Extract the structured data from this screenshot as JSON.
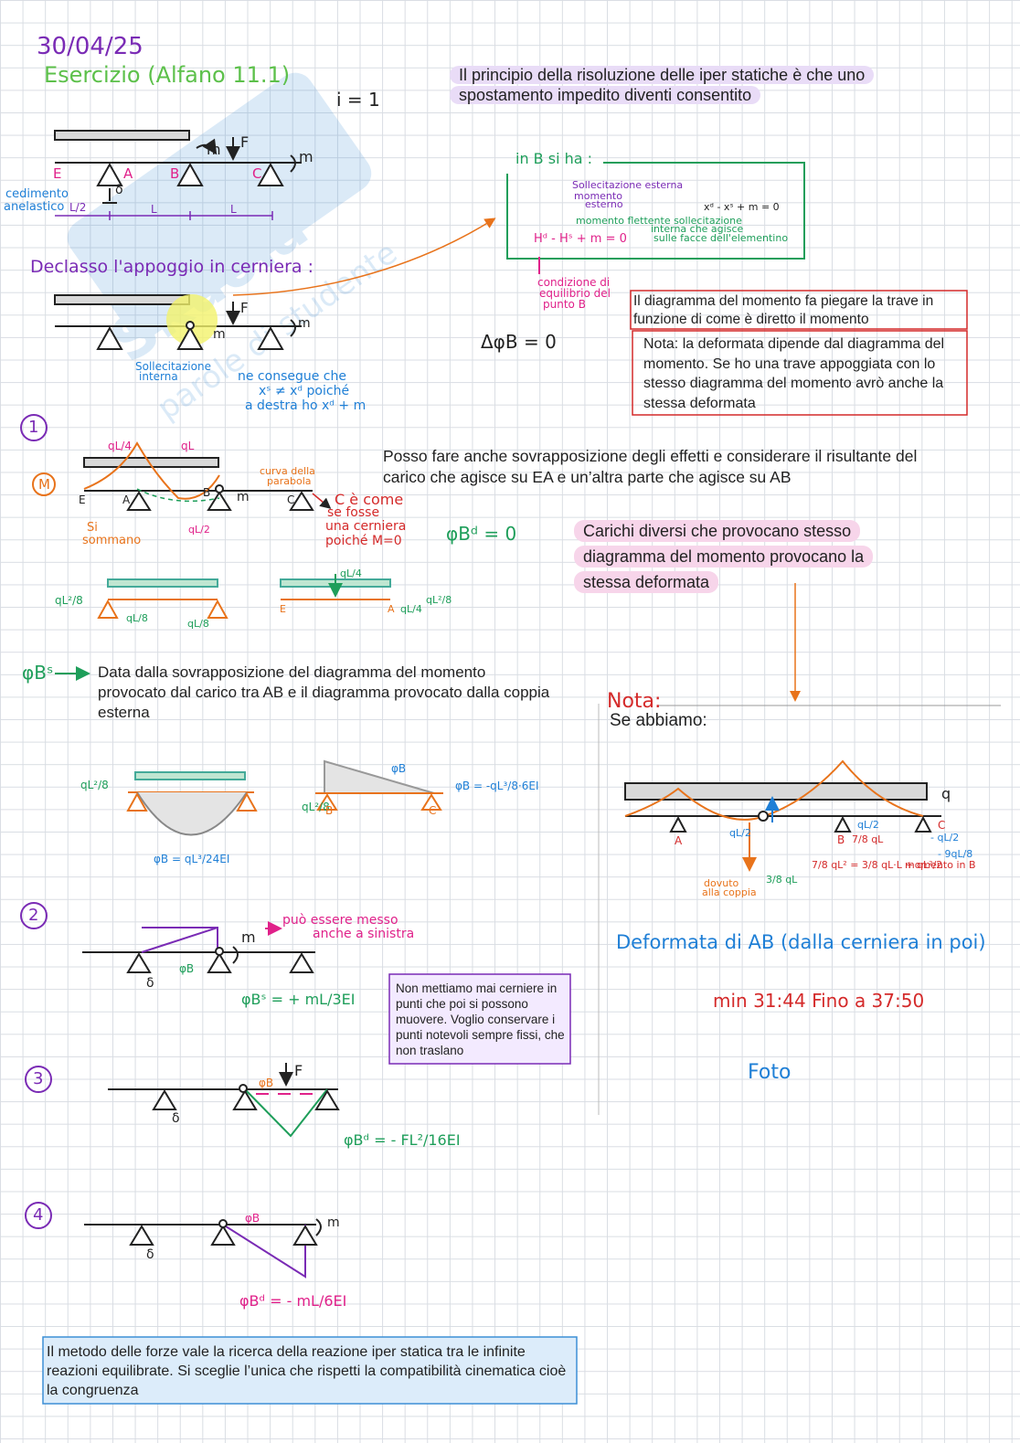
{
  "header": {
    "date": "30/04/25",
    "title": "Esercizio (Alfano 11.1)",
    "index": "i = 1"
  },
  "notes": {
    "principle": [
      "Il principio della risoluzione delle iper statiche è che uno",
      "spostamento impedito diventi consentito"
    ],
    "moment_bends": "Il diagramma del momento fa piegare la trave in funzione di come è diretto il momento",
    "deformata_note": "Nota: la deformata dipende dal diagramma del momento. Se ho una trave appoggiata con lo stesso diagramma del momento avrò anche la stessa deformata",
    "superposition": "Posso fare anche sovrapposizione degli effetti e considerare il risultante del carico che agisce su EA e un’altra parte che agisce su AB",
    "different_loads": [
      "Carichi diversi che provocano stesso",
      "diagramma del momento provocano la",
      "stessa deformata"
    ],
    "phi_bs": "Data dalla sovrapposizione del diagramma del momento provocato dal carico tra AB e il diagramma provocato dalla coppia esterna",
    "nota_label": "Nota:",
    "se_abbiamo": "Se abbiamo:",
    "no_hinges": "Non mettiamo mai cerniere in punti che poi si possono muovere. Voglio conservare i punti notevoli sempre fissi, che non traslano",
    "deformata_ab": "Deformata di AB (dalla cerniera in poi)",
    "min_range": "min 31:44 Fino a 37:50",
    "foto": "Foto",
    "force_method": "Il metodo delle forze vale la ricerca della reazione iper statica tra le infinite reazioni equilibrate. Si sceglie l’unica che rispetti la compatibilità cinematica cioè la congruenza"
  },
  "labels": {
    "E": "E",
    "A": "A",
    "B": "B",
    "C": "C",
    "m": "m",
    "F": "F",
    "delta": "δ",
    "L": "L",
    "cedimento": "cedimento",
    "anelastico": "anelastico",
    "L2": "L/2",
    "declasso": "Declasso l'appoggio in cerniera :",
    "in_b_si_ha": "in B si ha :",
    "sollecitazione_esterna": "Sollecitazione esterna",
    "momento_esterno": "momento",
    "momento_esterno2": "esterno",
    "momento_flettente": "momento flettente sollecitazione",
    "interna": "interna che agisce",
    "sulle_facce": "sulle facce dell'elementino",
    "eq_x": "xᵈ - xˢ + m = 0",
    "eq_h": "Hᵈ - Hˢ + m = 0",
    "condizione": "condizione di",
    "equilibrio": "equilibrio del",
    "punto_b": "punto B",
    "delta_phi": "ΔφB = 0",
    "sollecitazione_interna": "Sollecitazione",
    "interna2": "interna",
    "ne_consegue": "ne consegue che",
    "xs_ne_xd": "xˢ ≠ xᵈ poiché",
    "a_destra": "a destra ho xᵈ + m",
    "n1": "1",
    "n2": "2",
    "n3": "3",
    "n4": "4",
    "M_circ": "M",
    "ql4": "qL/4",
    "ql": "qL",
    "ql8": "qL/8",
    "curva": "curva della",
    "parabola": "parabola",
    "si_sommano": "Si",
    "sommano": "sommano",
    "c_come": "C è come",
    "se_fosse": "se fosse",
    "una_cerniera": "una cerniera",
    "poiche_m0": "poiché M=0",
    "phi_bd_zero": "φBᵈ = 0",
    "ql2_8": "qL²/8",
    "ql2": "qL/2",
    "ql4b": "qL/4",
    "phi_bs_label": "φBˢ",
    "phi_b": "φB",
    "phi_b_formula1": "φB = qL³/24EI",
    "phi_b_formula2": "φB = -qL³/8·6EI",
    "puo_essere": "può essere messo",
    "anche_sx": "anche a sinistra",
    "phi_bs_formula": "φBˢ = + mL/3EI",
    "phi_bd_formula3": "φBᵈ = - FL²/16EI",
    "phi_bd_formula4": "φBᵈ = - mL/6EI",
    "ql_2_bottom": "qL/2",
    "dovuto": "dovuto",
    "alla_coppia": "alla coppia",
    "q_l2": "qL/2",
    "seven_ql": "7/8 qL",
    "moment_b_eq": "7/8 qL² = 3/8 qL·L + qL²/2",
    "momento_in_b": "momento in B",
    "ql_8b": "qL/8",
    "neg_ql2": "- qL/2",
    "neg_9ql8": "- 9qL/8",
    "three_ql": "3/8 qL",
    "q": "q",
    "phi_bs_sub": "φBˢ"
  }
}
